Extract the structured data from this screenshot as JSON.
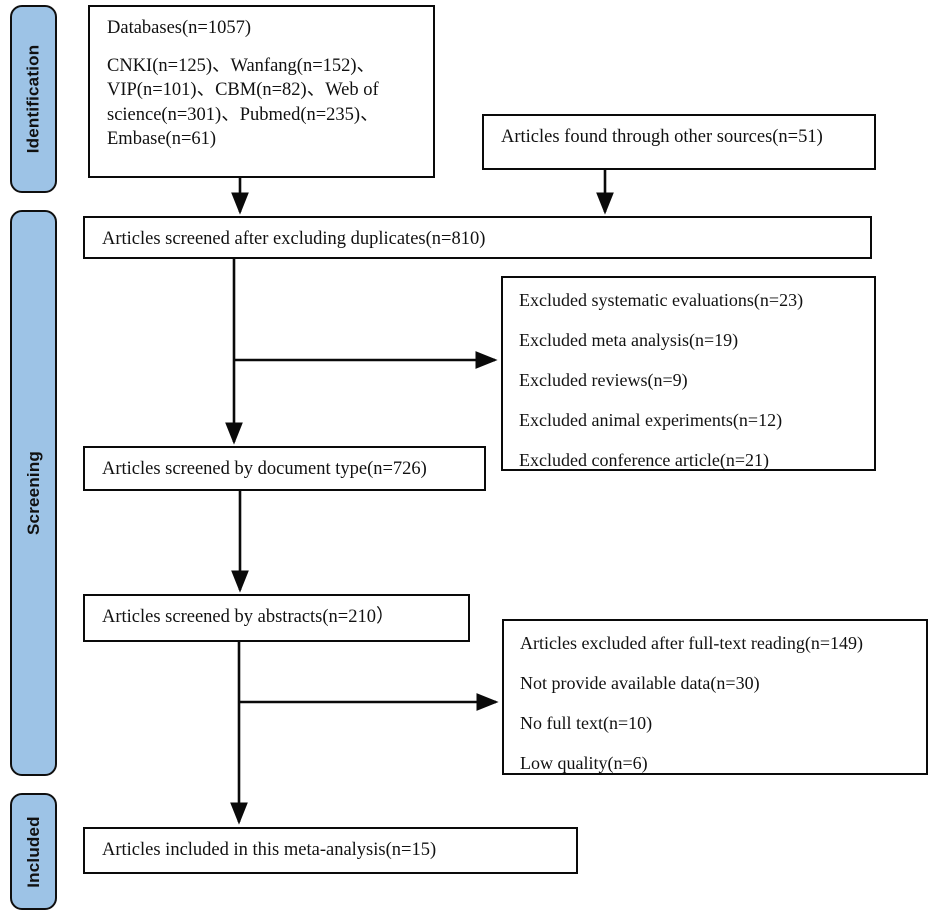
{
  "diagram": {
    "title": "PRISMA study selection flow diagram",
    "accent_color": "#9dc3e6",
    "line_color": "#0a0a0a"
  },
  "stages": [
    {
      "id": "identification",
      "label": "Identification"
    },
    {
      "id": "screening",
      "label": "Screening"
    },
    {
      "id": "included",
      "label": "Included"
    }
  ],
  "boxes": {
    "databases": {
      "name": "databases-box",
      "lines": [
        "Databases(n=1057)",
        "CNKI(n=125)、Wanfang(n=152)、",
        "VIP(n=101)、CBM(n=82)、Web of",
        "science(n=301)、Pubmed(n=235)、",
        "Embase(n=61)"
      ]
    },
    "other_sources": {
      "name": "other-sources-box",
      "lines": [
        "Articles found through other  sources(n=51)"
      ]
    },
    "after_duplicates": {
      "name": "after-duplicates-box",
      "lines": [
        "Articles screened after excluding duplicates(n=810)"
      ]
    },
    "excluded_doc_type": {
      "name": "excluded-document-type-box",
      "lines": [
        "Excluded systematic evaluations(n=23)",
        "Excluded meta analysis(n=19)",
        "Excluded reviews(n=9)",
        "Excluded  animal  experiments(n=12)",
        "Excluded conference  article(n=21)"
      ]
    },
    "by_document_type": {
      "name": "screened-by-document-type-box",
      "lines": [
        "Articles screened by document type(n=726)"
      ]
    },
    "by_abstracts": {
      "name": "screened-by-abstracts-box",
      "lines": [
        "Articles screened by abstracts(n=210）"
      ]
    },
    "excluded_full_text": {
      "name": "excluded-full-text-box",
      "lines": [
        "Articles excluded after full-text reading(n=149)",
        "Not provide available data(n=30)",
        "No full text(n=10)",
        "Low quality(n=6)"
      ]
    },
    "included_final": {
      "name": "included-articles-box",
      "lines": [
        "Articles included in this meta-analysis(n=15)"
      ]
    }
  },
  "counts": {
    "databases_total": 1057,
    "cnki": 125,
    "wanfang": 152,
    "vip": 101,
    "cbm": 82,
    "web_of_science": 301,
    "pubmed": 235,
    "embase": 61,
    "other_sources": 51,
    "after_duplicates": 810,
    "excluded_systematic_evaluations": 23,
    "excluded_meta_analysis": 19,
    "excluded_reviews": 9,
    "excluded_animal_experiments": 12,
    "excluded_conference_article": 21,
    "by_document_type": 726,
    "by_abstracts": 210,
    "excluded_full_text_reading": 149,
    "not_provide_available_data": 30,
    "no_full_text": 10,
    "low_quality": 6,
    "included_final": 15
  }
}
